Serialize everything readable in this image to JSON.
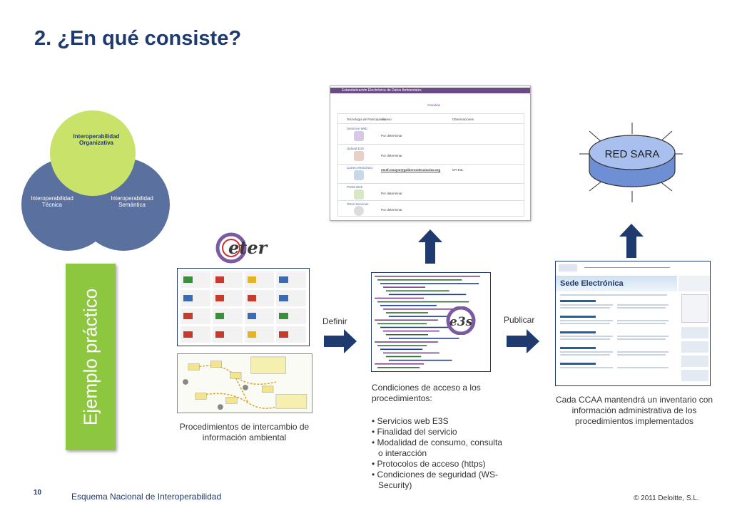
{
  "slide": {
    "title": "2. ¿En qué consiste?",
    "page_number": "10",
    "footer_left": "Esquema Nacional de Interoperabilidad",
    "footer_right": "© 2011 Deloitte, S.L."
  },
  "venn": {
    "top": "Interoperabilidad Organizativa",
    "left": "Interoperabilidad Técnica",
    "right": "Interoperabilidad Semántica"
  },
  "banner": {
    "label": "Ejemplo práctico"
  },
  "procedures": {
    "caption": "Procedimientos de intercambio de información ambiental"
  },
  "arrows": {
    "define": "Definir",
    "publish": "Publicar"
  },
  "conditions": {
    "intro": "Condiciones de acceso a  los procedimientos:",
    "items": [
      "• Servicios web E3S",
      "• Finalidad del servicio",
      "• Modalidad de consumo, consulta o interacción",
      "• Protocolos de acceso (https)",
      "• Condiciones de seguridad (WS-Security)"
    ]
  },
  "doc_screenshot": {
    "header": "Estandarización Electrónica de Datos Ambientales",
    "region": "Canarias",
    "columns": [
      "Tecnología de Participación",
      "Acceso",
      "Observaciones"
    ],
    "rows": [
      {
        "tech": "Servicios Web",
        "access": "Por determinar"
      },
      {
        "tech": "Upload E3S",
        "access": "Por determinar"
      },
      {
        "tech": "Correo electrónico",
        "access": "ete3f.cmayot@gobiernodecanarias.org",
        "obs": "MT E3L"
      },
      {
        "tech": "Portal Web",
        "access": "Por determinar"
      },
      {
        "tech": "Otros Servicios",
        "access": "Por determinar"
      }
    ]
  },
  "network": {
    "label": "RED SARA"
  },
  "sede": {
    "title": "Sede Electrónica",
    "caption": "Cada CCAA mantendrá un inventario con información administrativa de los procedimientos implementados"
  },
  "logos": {
    "eter": "eter",
    "e3s": "e3s"
  },
  "colors": {
    "title": "#1f3a6e",
    "green": "#8dc63f",
    "venn_blue": "#5a719f",
    "venn_green": "#c8e26a",
    "arrow_blue": "#1f3a6e"
  }
}
